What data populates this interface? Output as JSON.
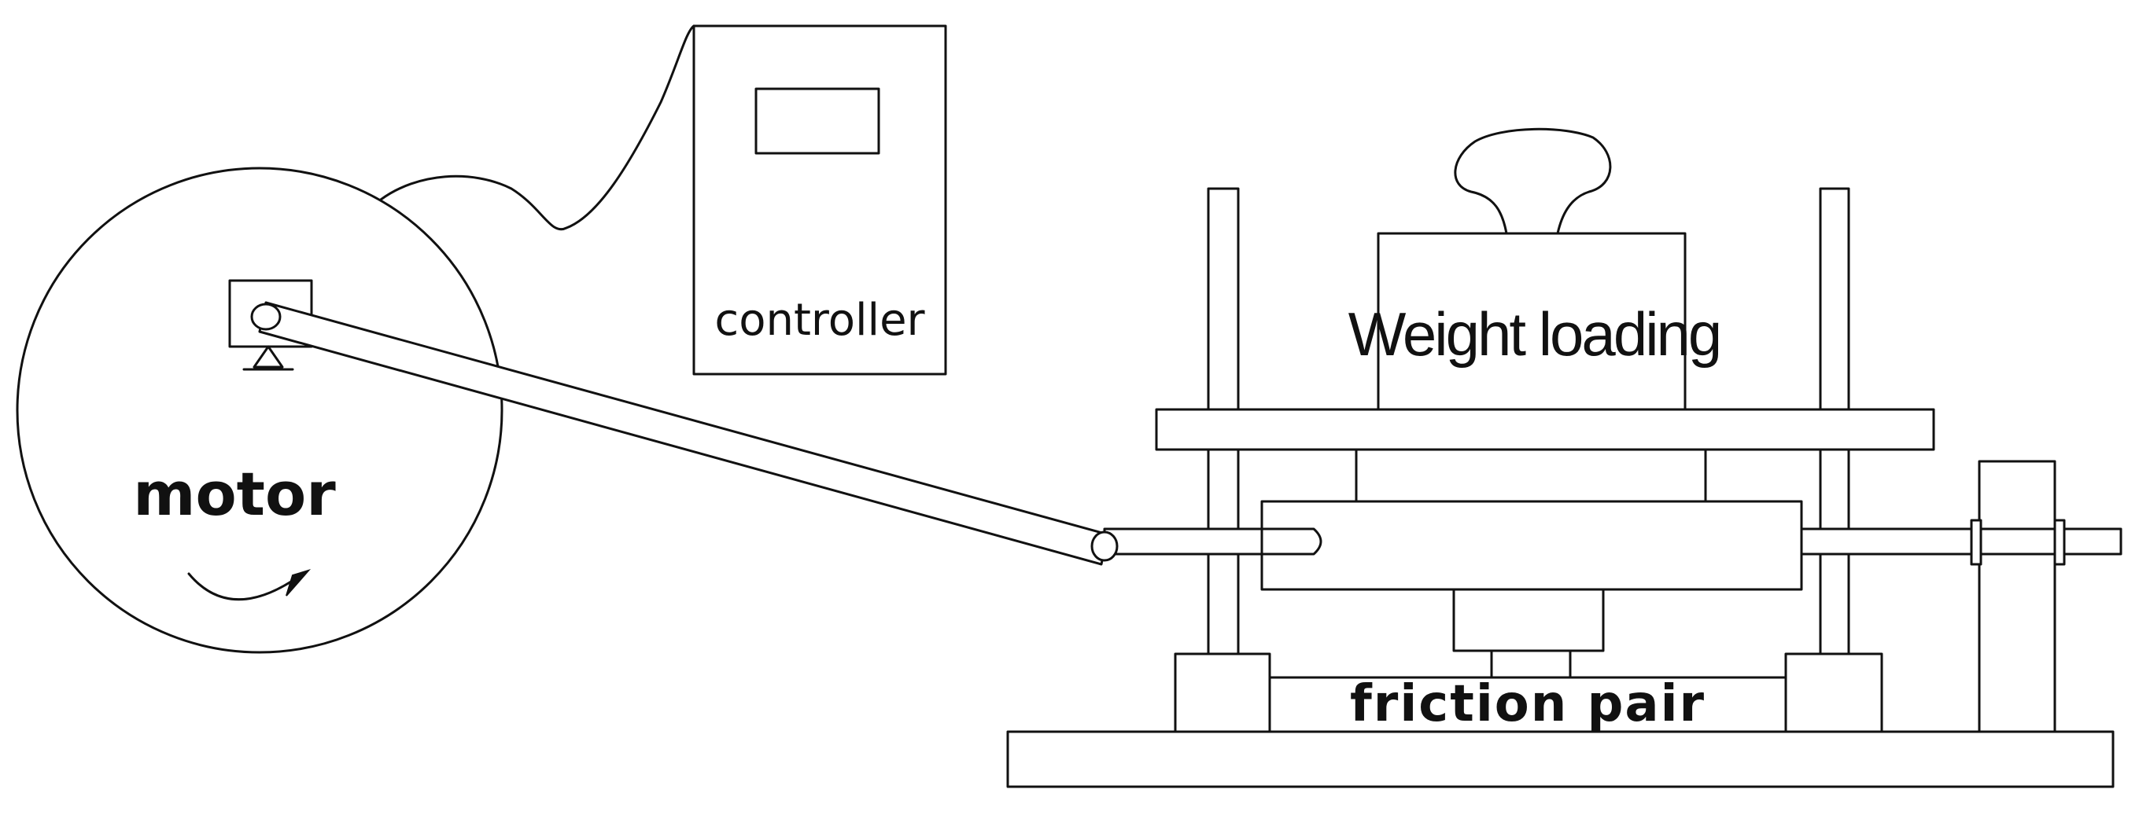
{
  "labels": {
    "motor": "motor",
    "controller": "controller",
    "weight_loading": "Weight loading",
    "friction_pair": "friction pair"
  },
  "colors": {
    "stroke": "#111111",
    "background": "#ffffff"
  }
}
